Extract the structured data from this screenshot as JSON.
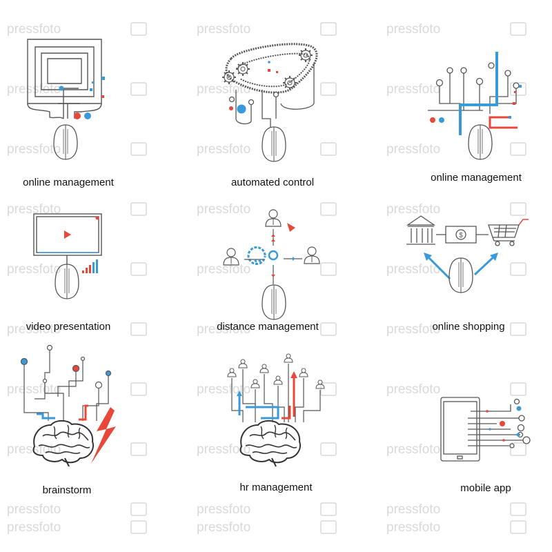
{
  "colors": {
    "line": "#555555",
    "blue": "#3a9ad9",
    "red": "#e8483a",
    "caption": "#111111",
    "watermark": "#d9d9d9"
  },
  "watermark": {
    "text": "pressfoto"
  },
  "icons": [
    {
      "id": "maze-mouse",
      "icon": "maze-mouse-icon",
      "label": "online management"
    },
    {
      "id": "gears-mouse",
      "icon": "gear-chain-mouse-icon",
      "label": "automated control"
    },
    {
      "id": "circuit-mouse",
      "icon": "circuit-mouse-icon",
      "label": "online management"
    },
    {
      "id": "video-mouse",
      "icon": "video-screen-mouse-icon",
      "label": "video presentation"
    },
    {
      "id": "people-gear",
      "icon": "people-gear-mouse-icon",
      "label": "distance management"
    },
    {
      "id": "bank-cart",
      "icon": "bank-money-cart-icon",
      "label": "online shopping"
    },
    {
      "id": "brain-lightning",
      "icon": "brain-lightning-icon",
      "label": "brainstorm"
    },
    {
      "id": "brain-people",
      "icon": "brain-people-icon",
      "label": "hr management"
    },
    {
      "id": "tablet-lines",
      "icon": "tablet-connections-icon",
      "label": "mobile app"
    }
  ]
}
